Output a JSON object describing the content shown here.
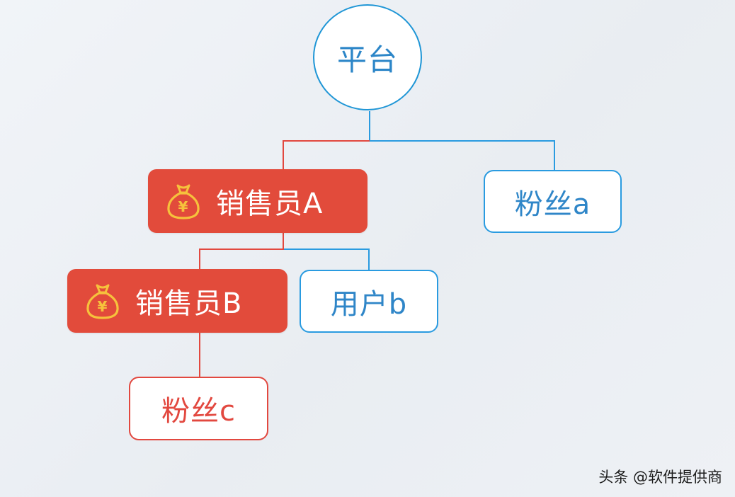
{
  "diagram": {
    "root": {
      "label": "平台"
    },
    "fan_a": {
      "label": "粉丝a"
    },
    "sales_a": {
      "label": "销售员A",
      "icon": "money-bag-icon"
    },
    "sales_b": {
      "label": "销售员B",
      "icon": "money-bag-icon"
    },
    "user_b": {
      "label": "用户b"
    },
    "fan_c": {
      "label": "粉丝c"
    },
    "icon_glyph": "¥",
    "edges": [
      {
        "from": "平台",
        "to": "销售员A",
        "color": "#e2483f"
      },
      {
        "from": "平台",
        "to": "粉丝a",
        "color": "#2a9be0"
      },
      {
        "from": "销售员A",
        "to": "销售员B",
        "color": "#e2483f"
      },
      {
        "from": "销售员A",
        "to": "用户b",
        "color": "#2a9be0"
      },
      {
        "from": "销售员B",
        "to": "粉丝c",
        "color": "#e2483f"
      }
    ]
  },
  "colors": {
    "blue": "#2a9be0",
    "red": "#e2483f",
    "red_fill": "#e24b3b",
    "icon_gold": "#f6c23c"
  },
  "watermark": "头条 @软件提供商"
}
